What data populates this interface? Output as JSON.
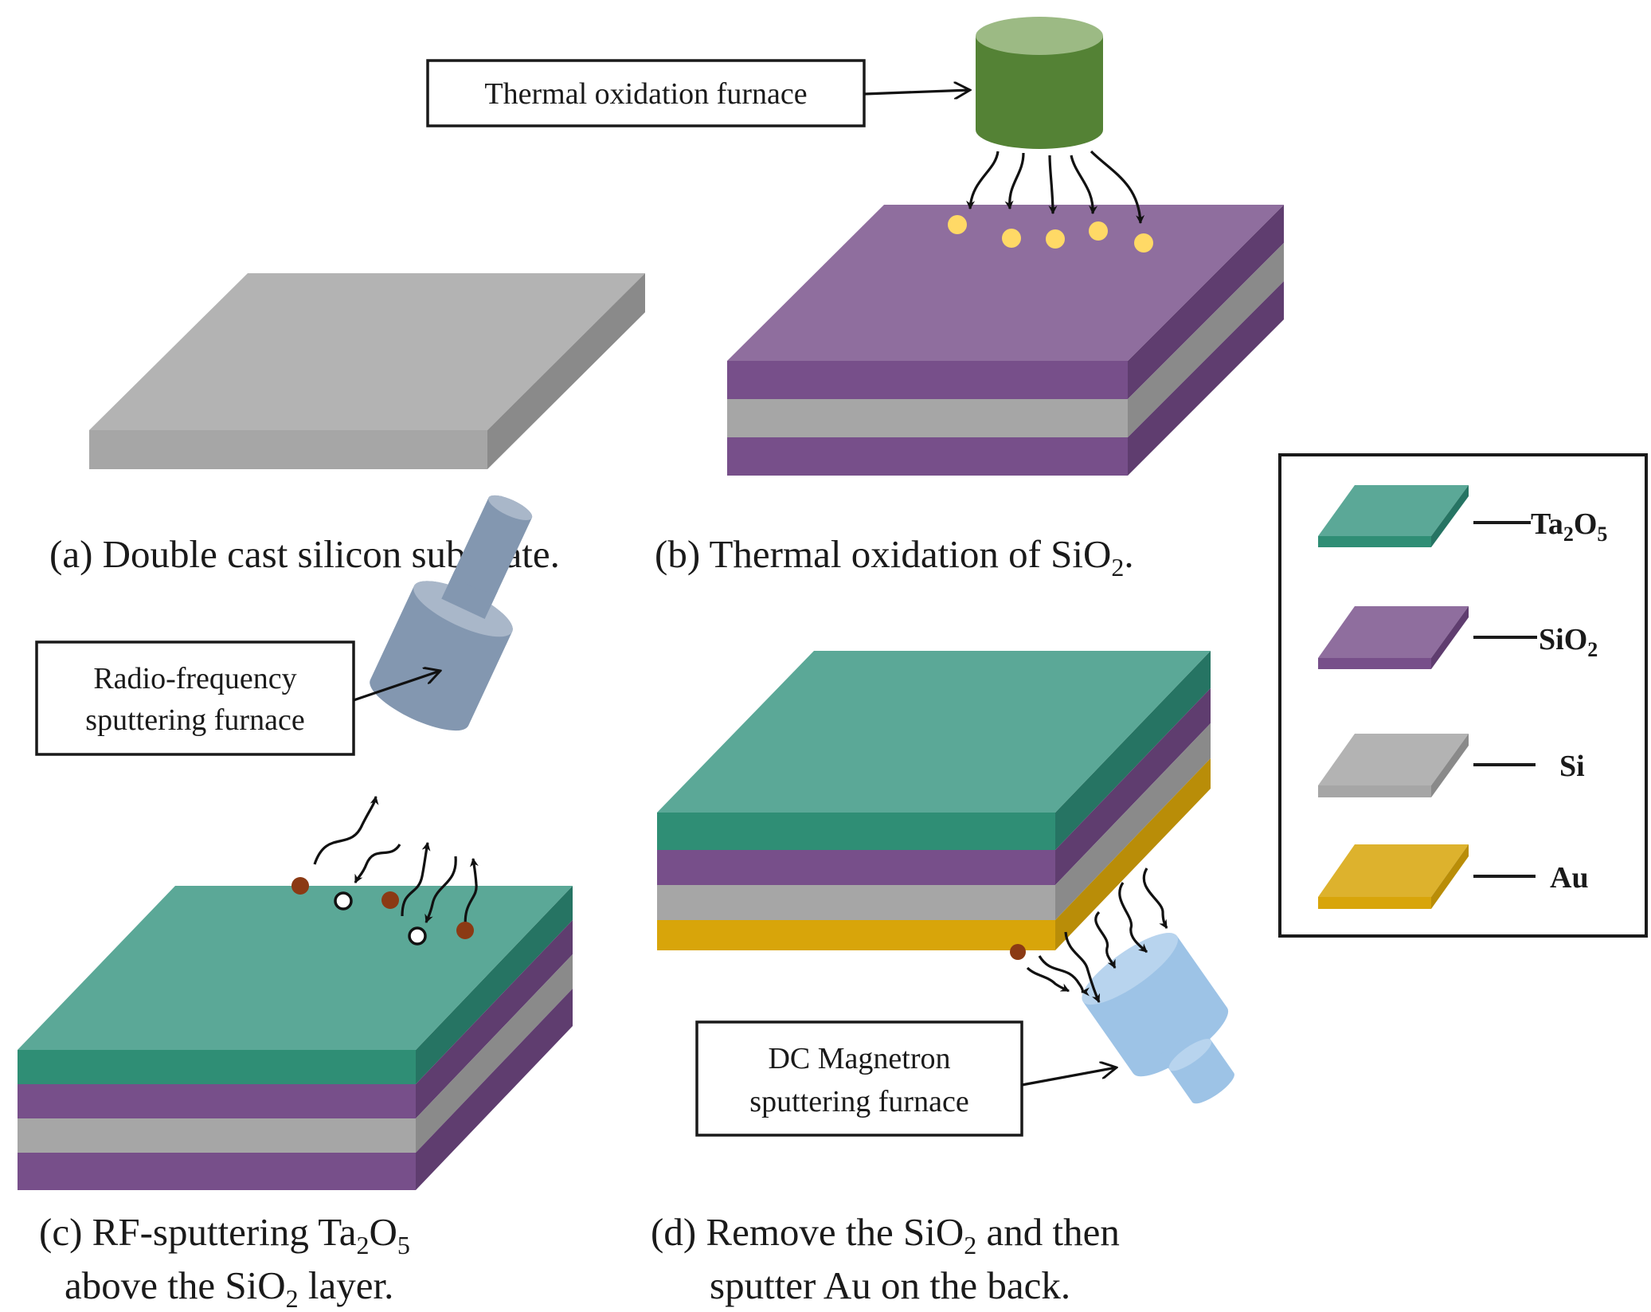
{
  "panels": {
    "a": {
      "caption": "(a) Double cast silicon substrate."
    },
    "b": {
      "caption_pre": "(b) Thermal oxidation of SiO",
      "caption_sub": "2",
      "caption_post": ".",
      "box_label": "Thermal oxidation furnace"
    },
    "c": {
      "caption_l1_pre": "(c) RF-sputtering Ta",
      "caption_l1_sub1": "2",
      "caption_l1_mid": "O",
      "caption_l1_sub2": "5",
      "caption_l2_pre": "above the SiO",
      "caption_l2_sub": "2",
      "caption_l2_post": " layer.",
      "box_line1": "Radio-frequency",
      "box_line2": "sputtering furnace"
    },
    "d": {
      "caption_l1_pre": "(d) Remove the SiO",
      "caption_l1_sub": "2",
      "caption_l1_post": " and then",
      "caption_l2": "sputter Au on the back.",
      "box_line1": "DC Magnetron",
      "box_line2": "sputtering furnace"
    }
  },
  "legend": {
    "items": [
      {
        "name": "Ta",
        "sub1": "2",
        "mid": "O",
        "sub2": "5",
        "color": "#5ba897"
      },
      {
        "name": "SiO",
        "sub1": "2",
        "mid": "",
        "sub2": "",
        "color": "#8f6e9e"
      },
      {
        "name": "Si",
        "sub1": "",
        "mid": "",
        "sub2": "",
        "color": "#b3b3b3"
      },
      {
        "name": "Au",
        "sub1": "",
        "mid": "",
        "sub2": "",
        "color": "#ddb22d"
      }
    ]
  },
  "colors": {
    "ta2o5_top": "#5ba897",
    "ta2o5_front": "#2f8e75",
    "ta2o5_side": "#267463",
    "sio2_top": "#8f6e9e",
    "sio2_front": "#774f8a",
    "sio2_side": "#5f3d6f",
    "si_top": "#b3b3b3",
    "si_front": "#a6a6a6",
    "si_side": "#8a8a8a",
    "au_top": "#ddb22d",
    "au_front": "#d8a50a",
    "au_side": "#b98d08",
    "thermal_furnace": "#548235",
    "rf_furnace": "#8397b0",
    "dc_furnace": "#9dc3e6",
    "particle_yellow": "#ffd966",
    "particle_brown": "#8b3a14"
  }
}
